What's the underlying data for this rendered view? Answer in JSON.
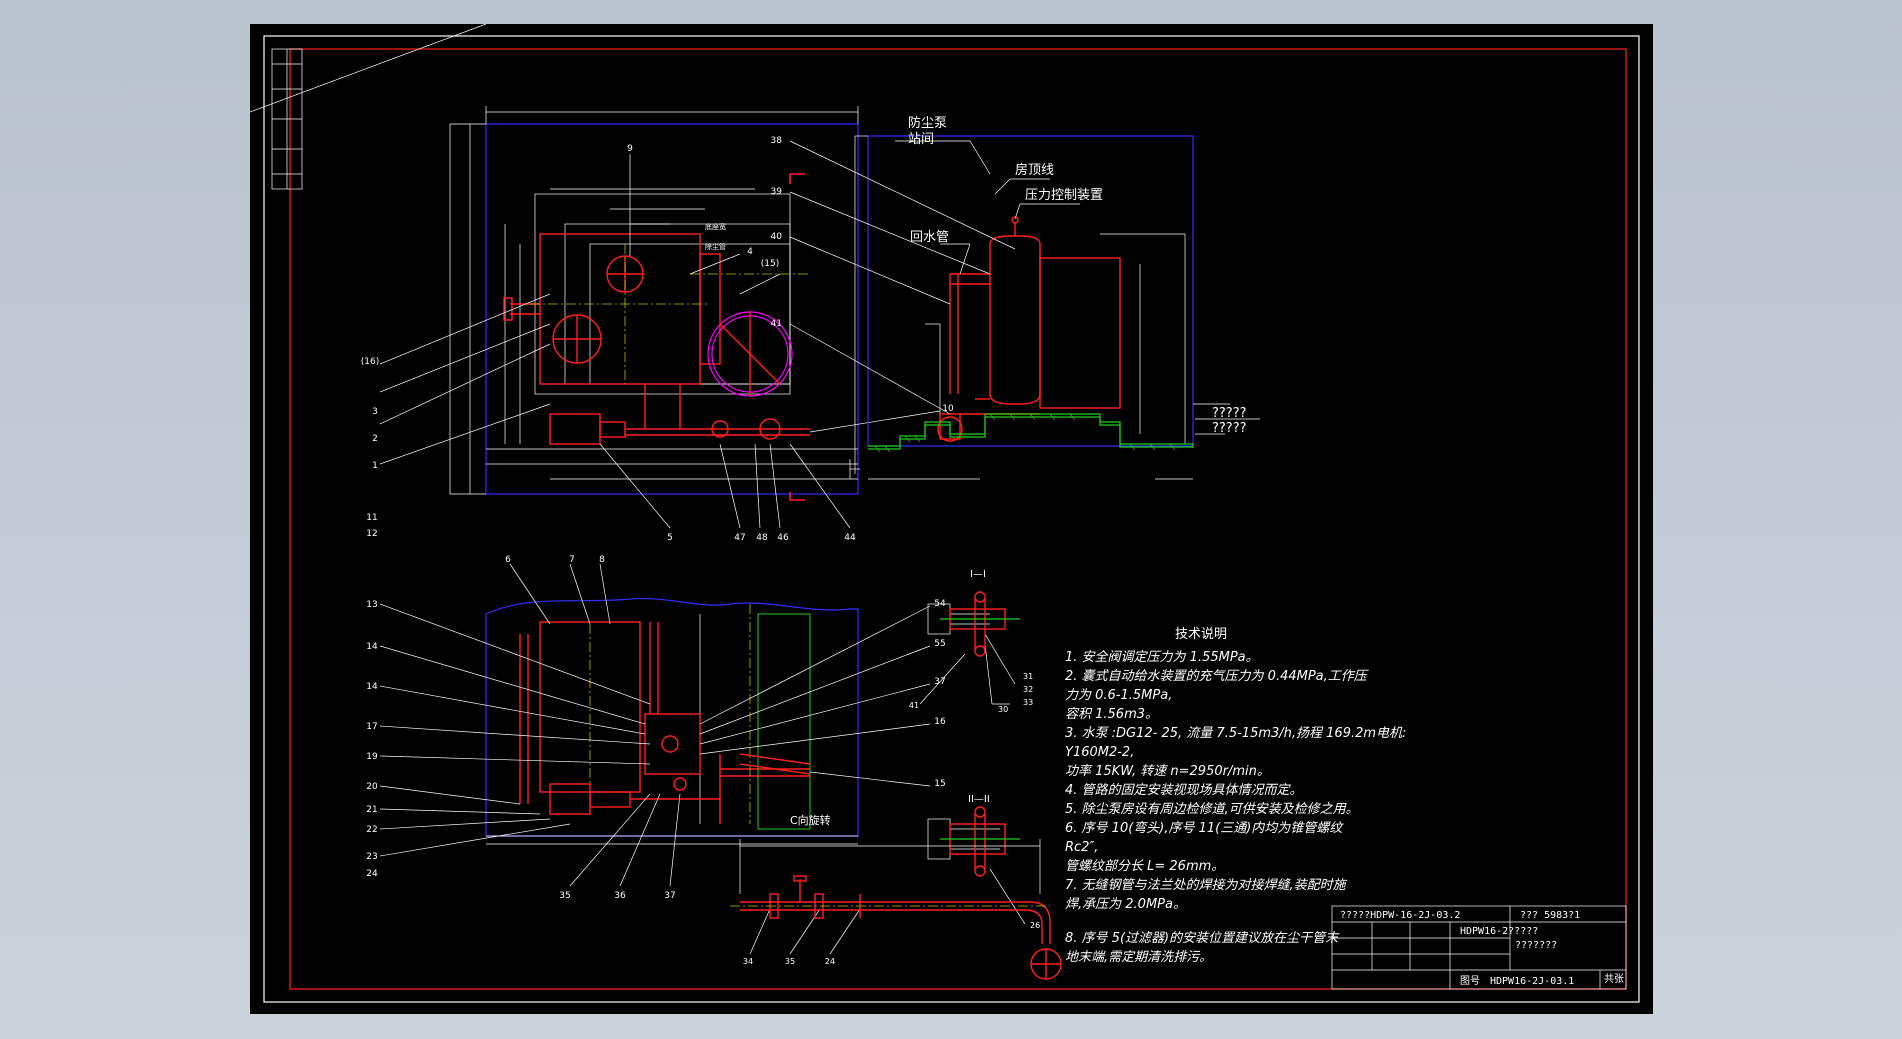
{
  "drawing": {
    "colors": {
      "background": "#000000",
      "border_outer": "#ffffff",
      "border_inner": "#ff0000",
      "equipment": "#ff2020",
      "outline": "#3030ff",
      "dimension": "#ffffff",
      "ground": "#22cc22",
      "centerline": "#c0c000",
      "accent": "#ff00ff"
    },
    "callouts": {
      "plan": [
        "9",
        "(16)",
        "4",
        "(15)",
        "3",
        "2",
        "1",
        "5",
        "47",
        "48",
        "46",
        "44",
        "10"
      ],
      "section": [
        "6",
        "7",
        "8",
        "13",
        "12",
        "11",
        "14",
        "14",
        "17",
        "19",
        "20",
        "21",
        "22",
        "23",
        "24",
        "35",
        "36",
        "37",
        "54",
        "55",
        "37",
        "16",
        "15"
      ],
      "side": [
        "38",
        "39",
        "40",
        "41"
      ],
      "detail1": [
        "41",
        "31",
        "30",
        "32",
        "33"
      ],
      "detail2": [
        "26"
      ],
      "rotate": [
        "34",
        "35",
        "24"
      ]
    },
    "plan_labels": {
      "tag1": "底座宽",
      "tag2": "除尘管"
    },
    "side_view": {
      "room_label_1": "防尘泵",
      "room_label_2": "站间",
      "roof_line": "房顶线",
      "pressure_device": "压力控制装置",
      "return_pipe": "回水管",
      "unknown_1": "?????",
      "unknown_2": "?????"
    },
    "details": {
      "detail1_title": "I—I",
      "detail2_title": "II—II",
      "rotate_title": "C向旋转"
    },
    "tech_notes": {
      "title": "技术说明",
      "lines": [
        "1. 安全阀调定压力为      1.55MPa。",
        "2. 囊式自动给水装置的充气压力为         0.44MPa,工作压",
        "力为  0.6-1.5MPa,",
        "    容积  1.56m3。",
        "3. 水泵  :DG12- 25, 流量  7.5-15m3/h,扬程  169.2m电机:",
        "Y160M2-2,",
        "    功率  15KW, 转速  n=2950r/min。",
        "4. 管路的固定安装视现场具体情况而定。",
        "5. 除尘泵房设有周边检修道,可供安装及检修之用。",
        "6. 序号  10(弯头),序号    11(三通)内均为锥管螺纹",
        "Rc2″,",
        "    管螺纹部分长     L= 26mm。",
        "7. 无缝钢管与法兰处的焊接为对接焊缝,装配时施",
        "焊,承压为     2.0MPa。",
        "8. 序号   5(过滤器)的安装位置建议放在尘干管末",
        "地末端,需定期清洗排污。"
      ]
    },
    "title_block": {
      "code_top": "?????HDPW-16-2J-03.2",
      "code_mid": "??? 5983?1",
      "code_right": "HDPW16-2?????",
      "code_right2": "???????",
      "dwg_label": "图号",
      "dwg_no": "HDPW16-2J-03.1",
      "sheet": "共张"
    }
  }
}
